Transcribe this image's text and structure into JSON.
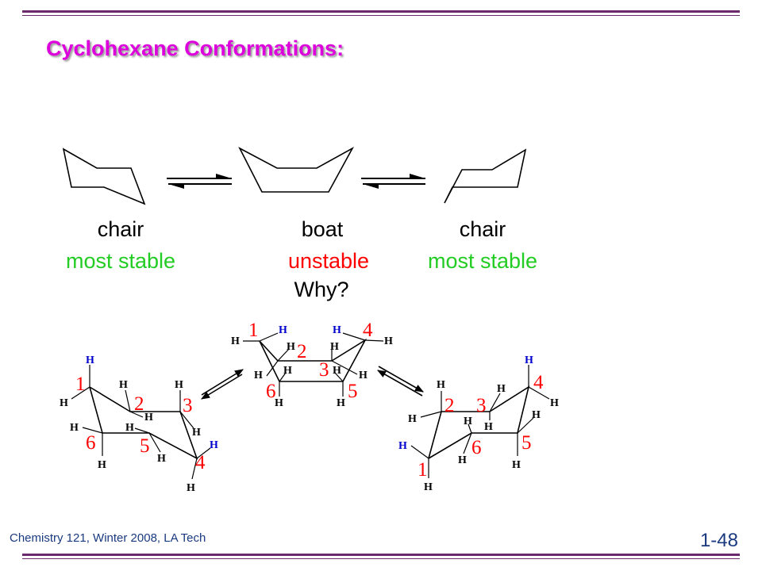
{
  "slide": {
    "title": "Cyclohexane Conformations:",
    "footer_left": "Chemistry 121, Winter 2008, LA Tech",
    "page_number": "1-48"
  },
  "conformers": [
    {
      "name": "chair",
      "stability": "most stable",
      "stability_color": "#22cc22"
    },
    {
      "name": "boat",
      "stability": "unstable",
      "stability_color": "#ff0000",
      "note": "Why?"
    },
    {
      "name": "chair",
      "stability": "most stable",
      "stability_color": "#22cc22"
    }
  ],
  "atom_labels": {
    "hydrogen": "H",
    "carbon_numbers": [
      "1",
      "2",
      "3",
      "4",
      "5",
      "6"
    ]
  },
  "colors": {
    "title": "#dd00dd",
    "stable": "#22cc22",
    "unstable": "#ff0000",
    "carbon_number": "#ff0000",
    "flagpole_h": "#0000cc",
    "footer": "#1a3a80",
    "rule": "#6b2a6b"
  }
}
